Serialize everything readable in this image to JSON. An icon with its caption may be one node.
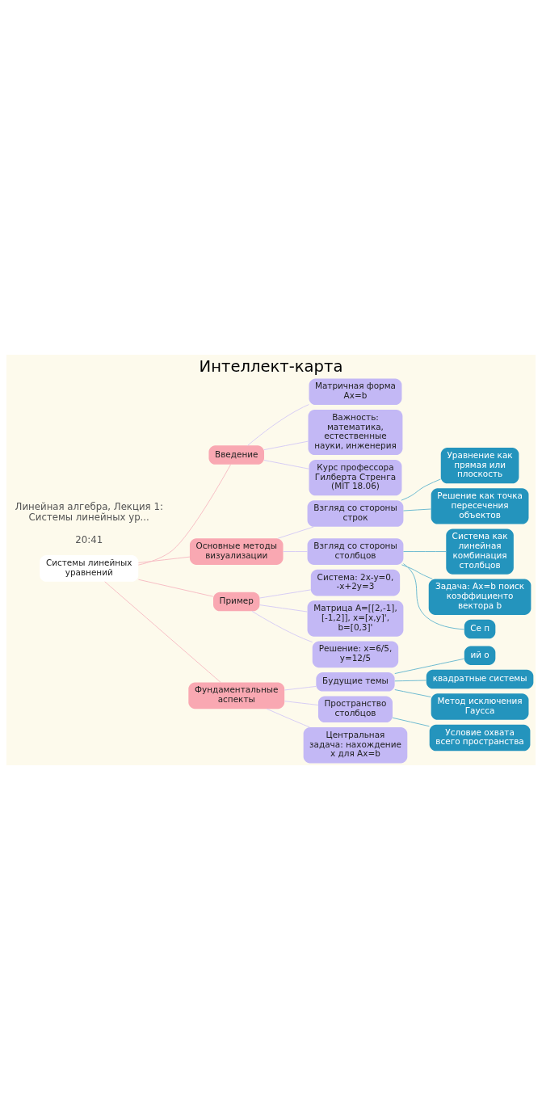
{
  "diagram": {
    "title": "Интеллект-карта",
    "nodes": [
      {
        "text": [
          "Системы линейных уравнений"
        ]
      },
      {
        "text": [
          "Введение"
        ]
      },
      {
        "text": [
          "Матричная форма Ax=b"
        ]
      },
      {
        "text": [
          "Важность: математика, естественные науки, инженерия"
        ]
      },
      {
        "text": [
          "Курс профессора Гилберта Стренга (MIT 18.06)"
        ]
      },
      {
        "text": [
          "Основные методы визуализации"
        ]
      },
      {
        "text": [
          "Взгляд со стороны строк"
        ]
      },
      {
        "text": [
          "Уравнение как прямая или плоскость"
        ]
      },
      {
        "text": [
          "Решение как точка пересечения объектов"
        ]
      },
      {
        "text": [
          "Взгляд со стороны столбцов"
        ]
      },
      {
        "text": [
          "Система как линейная комбинация столбцов"
        ]
      },
      {
        "text": [
          "Задача: Ax=b поиск коэффициенто вектора b"
        ]
      },
      {
        "text": [
          "Се п"
        ]
      },
      {
        "text": [
          "Пример"
        ]
      },
      {
        "text": [
          "Система: 2x-y=0, -x+2y=3"
        ]
      },
      {
        "text": [
          "Матрица A=[[2,-1], [-1,2]], x=[x,y]', b=[0,3]'"
        ]
      },
      {
        "text": [
          "Решение: x=6/5, y=12/5"
        ]
      },
      {
        "text": [
          "Фундаментальные аспекты"
        ]
      },
      {
        "text": [
          "Будущие темы"
        ]
      },
      {
        "text": [
          "ий о"
        ]
      },
      {
        "text": [
          "квадратные системы"
        ]
      },
      {
        "text": [
          "Метод исключения Гаусса"
        ]
      },
      {
        "text": [
          "Пространство столбцов"
        ]
      },
      {
        "text": [
          "Условие охвата всего пространства"
        ]
      },
      {
        "text": [
          "Центральная задача: нахождение x для Ax=b"
        ]
      }
    ],
    "edges": [
      {
        "from": 0,
        "to": 1,
        "arrow": "none",
        "color": "#f7bcc4"
      },
      {
        "from": 1,
        "to": 2,
        "arrow": "none"
      },
      {
        "from": 1,
        "to": 3,
        "arrow": "none"
      },
      {
        "from": 1,
        "to": 4,
        "arrow": "none"
      },
      {
        "from": 0,
        "to": 5,
        "arrow": "none",
        "color": "#f7bcc4"
      },
      {
        "from": 5,
        "to": 6,
        "arrow": "none"
      },
      {
        "from": 6,
        "to": 7,
        "arrow": "none",
        "color": "#6cb9d0"
      },
      {
        "from": 6,
        "to": 8,
        "arrow": "none",
        "color": "#6cb9d0"
      },
      {
        "from": 5,
        "to": 9,
        "arrow": "none"
      },
      {
        "from": 9,
        "to": 10,
        "arrow": "none",
        "color": "#6cb9d0"
      },
      {
        "from": 9,
        "to": 11,
        "arrow": "none",
        "color": "#6cb9d0"
      },
      {
        "from": 9,
        "to": 12,
        "arrow": "none",
        "color": "#6cb9d0"
      },
      {
        "from": 0,
        "to": 13,
        "arrow": "none",
        "color": "#f7bcc4"
      },
      {
        "from": 13,
        "to": 14,
        "arrow": "none"
      },
      {
        "from": 13,
        "to": 15,
        "arrow": "none"
      },
      {
        "from": 13,
        "to": 16,
        "arrow": "none"
      },
      {
        "from": 0,
        "to": 17,
        "arrow": "none",
        "color": "#f7bcc4"
      },
      {
        "from": 17,
        "to": 18,
        "arrow": "none"
      },
      {
        "from": 18,
        "to": 19,
        "arrow": "none",
        "color": "#6cb9d0"
      },
      {
        "from": 18,
        "to": 20,
        "arrow": "none",
        "color": "#6cb9d0"
      },
      {
        "from": 18,
        "to": 21,
        "arrow": "none",
        "color": "#6cb9d0"
      },
      {
        "from": 17,
        "to": 22,
        "arrow": "none"
      },
      {
        "from": 22,
        "to": 23,
        "arrow": "none",
        "color": "#6cb9d0"
      },
      {
        "from": 17,
        "to": 24,
        "arrow": "none"
      }
    ],
    "labels": [
      "20:41",
      "Линейная алгебра, Лекция 1: Системы линейных ур..."
    ]
  }
}
